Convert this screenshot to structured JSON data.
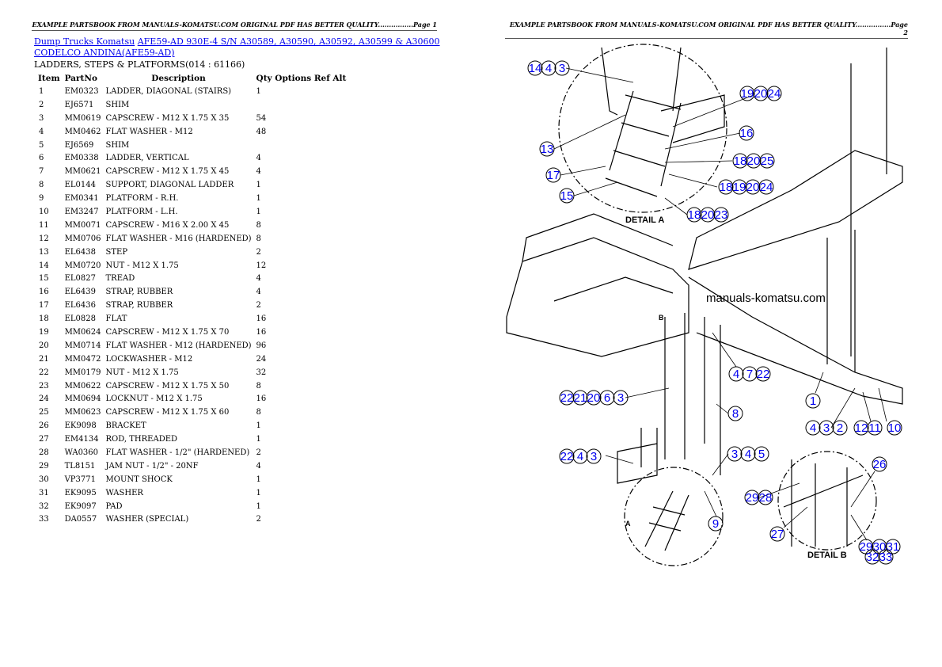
{
  "headers": {
    "page1": "EXAMPLE PARTSBOOK FROM MANUALS-KOMATSU.COM ORIGINAL PDF HAS BETTER QUALITY................Page 1",
    "page2": "EXAMPLE PARTSBOOK FROM MANUALS-KOMATSU.COM ORIGINAL PDF HAS BETTER QUALITY................Page 2"
  },
  "breadcrumb": {
    "link1": "Dump Trucks Komatsu",
    "link2": "AFE59-AD 930E-4 S/N A30589, A30590, A30592, A30599 & A30600",
    "link3": "CODELCO ANDINA(AFE59-AD)"
  },
  "section_title": "LADDERS, STEPS & PLATFORMS(014 : 61166)",
  "table": {
    "columns": [
      "Item",
      "PartNo",
      "Description",
      "Qty Options Ref Alt"
    ],
    "rows": [
      [
        "1",
        "EM0323",
        "LADDER, DIAGONAL (STAIRS)",
        "1"
      ],
      [
        "2",
        "EJ6571",
        "SHIM",
        ""
      ],
      [
        "3",
        "MM0619",
        "CAPSCREW - M12 X 1.75 X 35",
        "54"
      ],
      [
        "4",
        "MM0462",
        "FLAT WASHER - M12",
        "48"
      ],
      [
        "5",
        "EJ6569",
        "SHIM",
        ""
      ],
      [
        "6",
        "EM0338",
        "LADDER, VERTICAL",
        "4"
      ],
      [
        "7",
        "MM0621",
        "CAPSCREW - M12 X 1.75 X 45",
        "4"
      ],
      [
        "8",
        "EL0144",
        "SUPPORT, DIAGONAL LADDER",
        "1"
      ],
      [
        "9",
        "EM0341",
        "PLATFORM - R.H.",
        "1"
      ],
      [
        "10",
        "EM3247",
        "PLATFORM - L.H.",
        "1"
      ],
      [
        "11",
        "MM0071",
        "CAPSCREW - M16 X 2.00 X 45",
        "8"
      ],
      [
        "12",
        "MM0706",
        "FLAT WASHER - M16 (HARDENED)",
        "8"
      ],
      [
        "13",
        "EL6438",
        "STEP",
        "2"
      ],
      [
        "14",
        "MM0720",
        "NUT - M12 X 1.75",
        "12"
      ],
      [
        "15",
        "EL0827",
        "TREAD",
        "4"
      ],
      [
        "16",
        "EL6439",
        "STRAP, RUBBER",
        "4"
      ],
      [
        "17",
        "EL6436",
        "STRAP, RUBBER",
        "2"
      ],
      [
        "18",
        "EL0828",
        "FLAT",
        "16"
      ],
      [
        "19",
        "MM0624",
        "CAPSCREW - M12 X 1.75 X 70",
        "16"
      ],
      [
        "20",
        "MM0714",
        "FLAT WASHER - M12 (HARDENED)",
        "96"
      ],
      [
        "21",
        "MM0472",
        "LOCKWASHER - M12",
        "24"
      ],
      [
        "22",
        "MM0179",
        "NUT - M12 X 1.75",
        "32"
      ],
      [
        "23",
        "MM0622",
        "CAPSCREW - M12 X 1.75 X 50",
        "8"
      ],
      [
        "24",
        "MM0694",
        "LOCKNUT - M12 X 1.75",
        "16"
      ],
      [
        "25",
        "MM0623",
        "CAPSCREW - M12 X 1.75 X 60",
        "8"
      ],
      [
        "26",
        "EK9098",
        "BRACKET",
        "1"
      ],
      [
        "27",
        "EM4134",
        "ROD, THREADED",
        "1"
      ],
      [
        "28",
        "WA0360",
        "FLAT WASHER - 1/2\" (HARDENED)",
        "2"
      ],
      [
        "29",
        "TL8151",
        "JAM NUT - 1/2\" - 20NF",
        "4"
      ],
      [
        "30",
        "VP3771",
        "MOUNT SHOCK",
        "1"
      ],
      [
        "31",
        "EK9095",
        "WASHER",
        "1"
      ],
      [
        "32",
        "EK9097",
        "PAD",
        "1"
      ],
      [
        "33",
        "DA0557",
        "WASHER (SPECIAL)",
        "2"
      ]
    ]
  },
  "diagram": {
    "detail_a_label": "DETAIL A",
    "detail_b_label": "DETAIL B",
    "watermark": "manuals-komatsu.com",
    "view_letters": [
      "B",
      "A"
    ],
    "callouts": [
      [
        "14",
        "4",
        "3"
      ],
      [
        "19",
        "20",
        "24"
      ],
      [
        "16"
      ],
      [
        "13"
      ],
      [
        "18",
        "20",
        "25"
      ],
      [
        "17"
      ],
      [
        "18",
        "19",
        "20",
        "24"
      ],
      [
        "15"
      ],
      [
        "18",
        "20",
        "23"
      ],
      [
        "4",
        "7",
        "22"
      ],
      [
        "22",
        "21",
        "20",
        "6",
        "3"
      ],
      [
        "8"
      ],
      [
        "1"
      ],
      [
        "4",
        "3",
        "2"
      ],
      [
        "12",
        "11"
      ],
      [
        "10"
      ],
      [
        "22",
        "4",
        "3"
      ],
      [
        "3",
        "4",
        "5"
      ],
      [
        "26"
      ],
      [
        "29",
        "28"
      ],
      [
        "9"
      ],
      [
        "27"
      ],
      [
        "29",
        "30",
        "31"
      ],
      [
        "32",
        "33"
      ]
    ],
    "callout_color": "#0000ee"
  }
}
